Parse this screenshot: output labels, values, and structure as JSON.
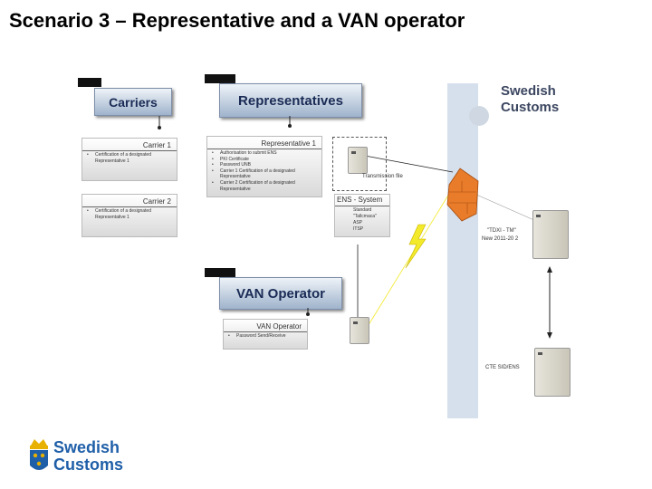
{
  "title": "Scenario 3 – Representative and a VAN operator",
  "carriers": {
    "header": "Carriers",
    "cards": [
      {
        "title": "Carrier 1",
        "items": [
          "Certification of a designated Representative 1"
        ]
      },
      {
        "title": "Carrier 2",
        "items": [
          "Certification of a designated Representative 1"
        ]
      }
    ]
  },
  "representatives": {
    "header": "Representatives",
    "card": {
      "title": "Representative 1",
      "items": [
        "Authorisation to submit ENS",
        "PKI Certificate",
        "Password UNB",
        "Carrier 1 Certification of a designated Representative",
        "Carrier 2 Certification of a designated Representative"
      ]
    }
  },
  "van": {
    "header": "VAN Operator",
    "card": {
      "title": "VAN Operator",
      "items": [
        "Password Send/Receive"
      ]
    }
  },
  "ens": {
    "title": "ENS - System",
    "items": [
      "Standard",
      "\"Tallcmaca\"",
      "ASP",
      "ITSP"
    ]
  },
  "labels": {
    "transmission": "Transmission file",
    "tdxi": "\"TDXI - TM\"",
    "new": "New 2011-20 2",
    "cte": "CTE  SID/ENS"
  },
  "customs": {
    "line1": "Swedish",
    "line2": "Customs"
  },
  "logo": {
    "line1": "Swedish",
    "line2": "Customs"
  },
  "colors": {
    "band": "#d6e0ec",
    "brand": "#1f5fa8",
    "firewall": "#e87c2a",
    "lightning": "#f2ea2a"
  }
}
